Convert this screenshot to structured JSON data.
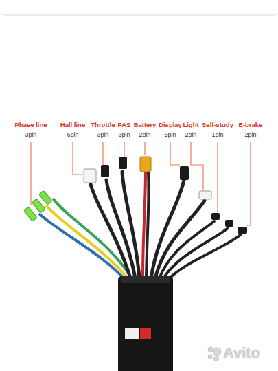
{
  "diagram": {
    "labels": [
      "Phase line",
      "3pin",
      "Hall line",
      "6pin",
      "Throttle",
      "3pin",
      "PAS",
      "3pin",
      "Battery",
      "2pin",
      "Display",
      "5pin",
      "Light",
      "2pin",
      "Self-study",
      "1pin",
      "E-brake",
      "2pin",
      "Avito"
    ]
  }
}
